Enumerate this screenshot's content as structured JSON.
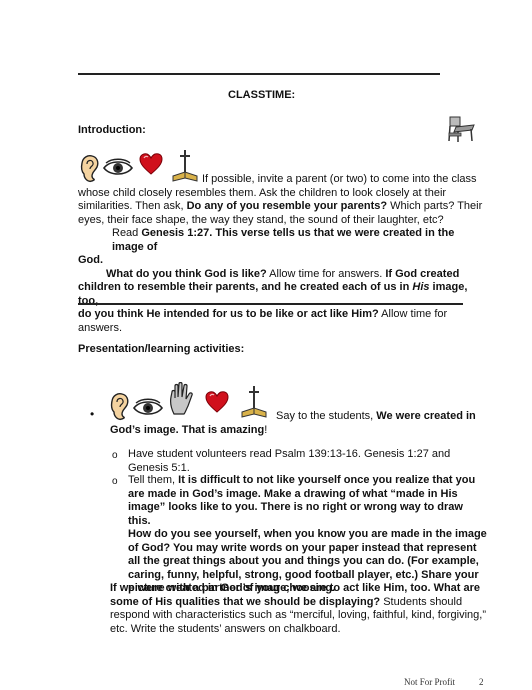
{
  "section_title": "CLASSTIME:",
  "intro_heading": "Introduction:",
  "intro": {
    "l1": "If possible, invite a parent (or two) to come into the class",
    "l2": "whose child closely resembles them.  Ask the children to look closely at their",
    "l3a": "similarities.  Then ask, ",
    "l3b": "Do any of you resemble your parents?",
    "l3c": " Which parts? Their",
    "l4": "eyes, their face shape, the way they stand, the sound of their laughter, etc?",
    "l5a": "Read ",
    "l5b": "Genesis 1:27. This verse tells us that we were created in the image of",
    "l6": "God.",
    "l7a": "What do you think God is like?",
    "l7b": " Allow time for answers.  ",
    "l7c": "If God created",
    "l8": "children to resemble their parents, and he created each of us in ",
    "l8i": "His",
    "l8b": " image, too,",
    "l9a": "do you think He intended for us to be like or act like Him?",
    "l9b": "  Allow time for answers."
  },
  "presentation_heading": "Presentation/learning activities:",
  "bullet": {
    "l1a": "Say to the students, ",
    "l1b": "We were created in",
    "l2a": "God’s image. That is amazing",
    "l2b": "!"
  },
  "subitems": {
    "s1l1": "Have student volunteers read Psalm 139:13-16. Genesis 1:27 and",
    "s1l2": "Genesis 5:1.",
    "s2l1a": "Tell them, ",
    "s2l1b": "It is difficult to not like yourself once you realize that you",
    "s2l2": "are made in God’s image.  Make a drawing of what “made in His",
    "s2l3": "image” looks like to you. There is no right or wrong way to draw this.",
    "s2l4": "How do you see yourself, when you know you are made in the image",
    "s2l5": "of God?  You may write words on your paper instead that represent",
    "s2l6": "all the great things about you and things you can do. (For example,",
    "s2l7": "caring, funny, helpful, strong, good football player, etc.) Share your",
    "s2l8": "picture with a partner of your choosing."
  },
  "closing": {
    "l1": "If we were created in God’s image, we are to act like Him, too. What are",
    "l2a": "some of His qualities that we should be displaying?",
    "l2b": "  Students should",
    "l3": "respond with characteristics such as “merciful, loving, faithful, kind, forgiving,”",
    "l4": "etc.  Write the students’ answers on chalkboard."
  },
  "footer": {
    "label": "Not For Profit",
    "page": "2"
  },
  "colors": {
    "heart": "#d0101c",
    "rule": "#222222"
  }
}
